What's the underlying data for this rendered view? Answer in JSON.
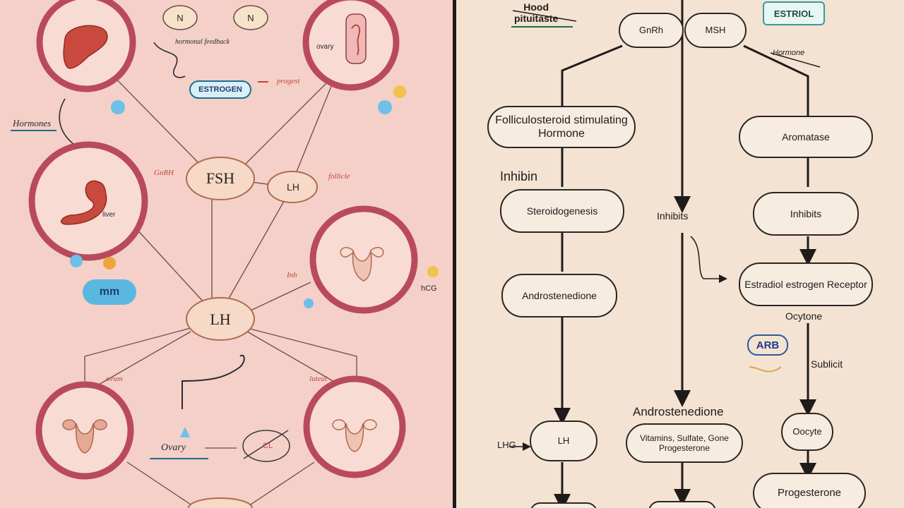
{
  "left_panel": {
    "hub_top": "FSH",
    "hub_small": "LH",
    "hub_bottom": "LH",
    "top_tags": [
      "N",
      "N"
    ],
    "label_top_scribble": "hormonal feedback",
    "label_top_right_organ": "ovary",
    "badge_mid": "ESTROGEN",
    "label_red_mid": "progest",
    "label_left_side": "Hormones",
    "label_red_left": "GnRH",
    "label_red_right": "follicle",
    "label_liver": "liver",
    "badge_bottom_left": "mm",
    "label_red_far_right": "Inh",
    "label_dark_far_right": "hCG",
    "label_red_bottom_left": "ovum",
    "label_red_bottom_right": "luteal",
    "label_bottom_center": "Ovary",
    "label_bottom_ellipse": "CL"
  },
  "right_panel": {
    "top_label_line1": "Hood",
    "top_label_line2": "pituitaste",
    "top_node_left": "GnRh",
    "top_node_right": "MSH",
    "top_badge": "ESTRIOL",
    "top_right_annot": "Hormone",
    "node_a": "Folliculosteroid stimulating Hormone",
    "plain_a": "Inhibin",
    "node_b": "Steroidogenesis",
    "plain_center": "Inhibits",
    "node_c": "Androstenedione",
    "node_d": "Aromatase",
    "node_e": "Inhibits",
    "node_f": "Estradiol estrogen Receptor",
    "plain_f_below": "Ocytone",
    "badge_f": "ARB",
    "plain_f_side": "Sublicit",
    "plain_center_lower": "Androstenedione",
    "node_g": "Vitamins, Sulfate, Gone Progesterone",
    "node_h": "LH",
    "plain_h_left": "LHG",
    "node_i": "Oocyte",
    "node_j": "Progesterone"
  },
  "colors": {
    "left_bg": "#f4d0c8",
    "right_bg": "#f4e3d2",
    "ring": "#b94a5b",
    "hub_fill": "#f6d9c6",
    "badge_blue": "#5ab8e0"
  },
  "icons": [
    "liver-icon",
    "uterus-icon",
    "stomach-icon",
    "ovary-icon",
    "arrow-icon"
  ]
}
